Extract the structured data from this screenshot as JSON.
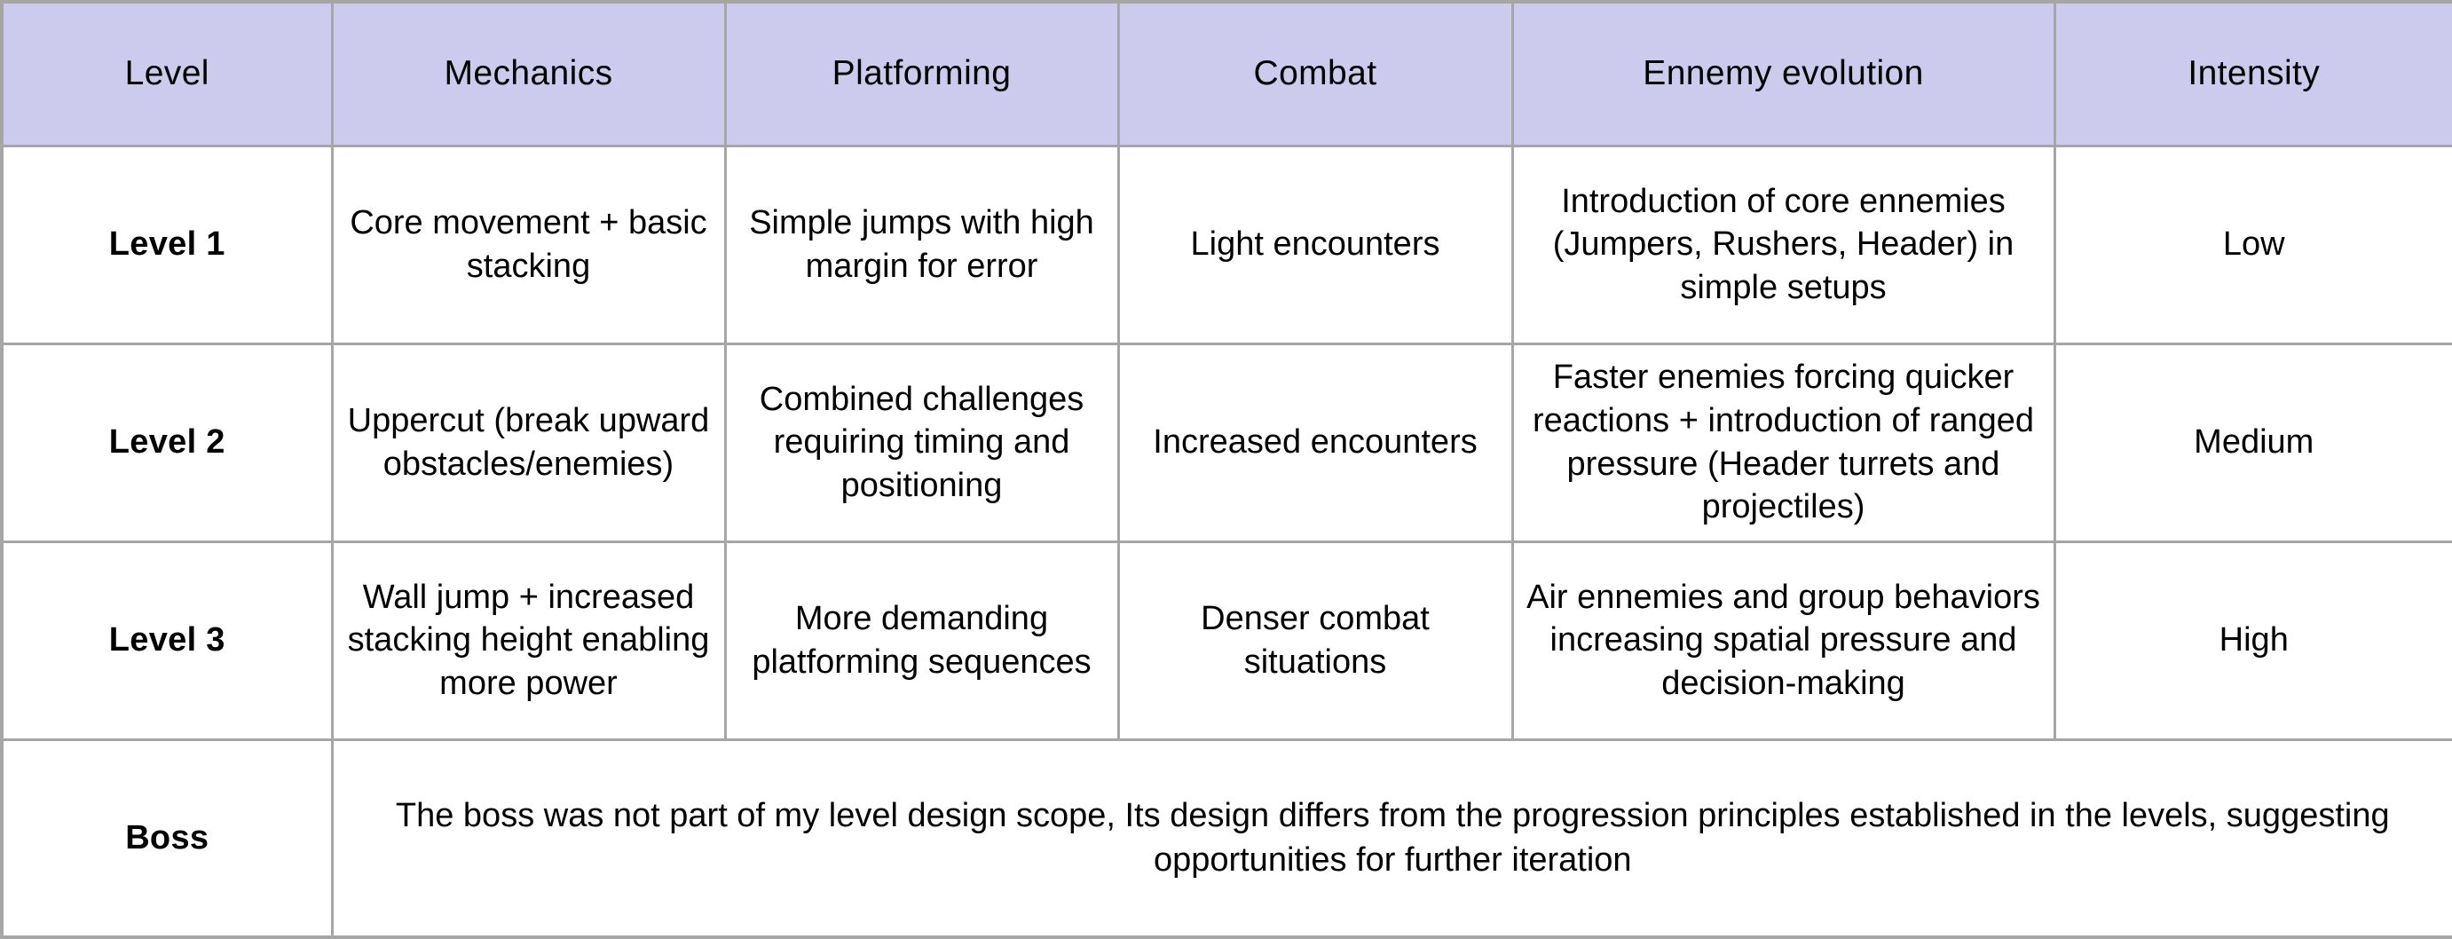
{
  "table": {
    "columns": [
      {
        "key": "level",
        "label": "Level"
      },
      {
        "key": "mechanics",
        "label": "Mechanics"
      },
      {
        "key": "platforming",
        "label": "Platforming"
      },
      {
        "key": "combat",
        "label": "Combat"
      },
      {
        "key": "enemy",
        "label": "Ennemy evolution"
      },
      {
        "key": "intensity",
        "label": "Intensity"
      }
    ],
    "header_background": "#cccbee",
    "border_color": "#a6a6a6",
    "cell_background": "#ffffff",
    "text_color": "#000000",
    "rows": [
      {
        "level": "Level 1",
        "mechanics": "Core movement + basic stacking",
        "platforming": "Simple jumps with high margin for error",
        "combat": "Light encounters",
        "enemy": "Introduction of core ennemies (Jumpers, Rushers, Header) in simple setups",
        "intensity": "Low"
      },
      {
        "level": "Level 2",
        "mechanics": "Uppercut (break upward obstacles/enemies)",
        "platforming": "Combined challenges requiring timing and positioning",
        "combat": "Increased encounters",
        "enemy": "Faster enemies forcing quicker reactions + introduction of ranged pressure (Header turrets and projectiles)",
        "intensity": "Medium"
      },
      {
        "level": "Level 3",
        "mechanics": "Wall jump + increased stacking height enabling more power",
        "platforming": "More demanding platforming sequences",
        "combat": "Denser combat situations",
        "enemy": "Air ennemies and group behaviors increasing spatial pressure and decision-making",
        "intensity": "High"
      }
    ],
    "boss_row": {
      "level": "Boss",
      "note": "The boss was not part of my level design scope, Its design differs from the progression principles established in the levels, suggesting opportunities for further iteration"
    }
  }
}
